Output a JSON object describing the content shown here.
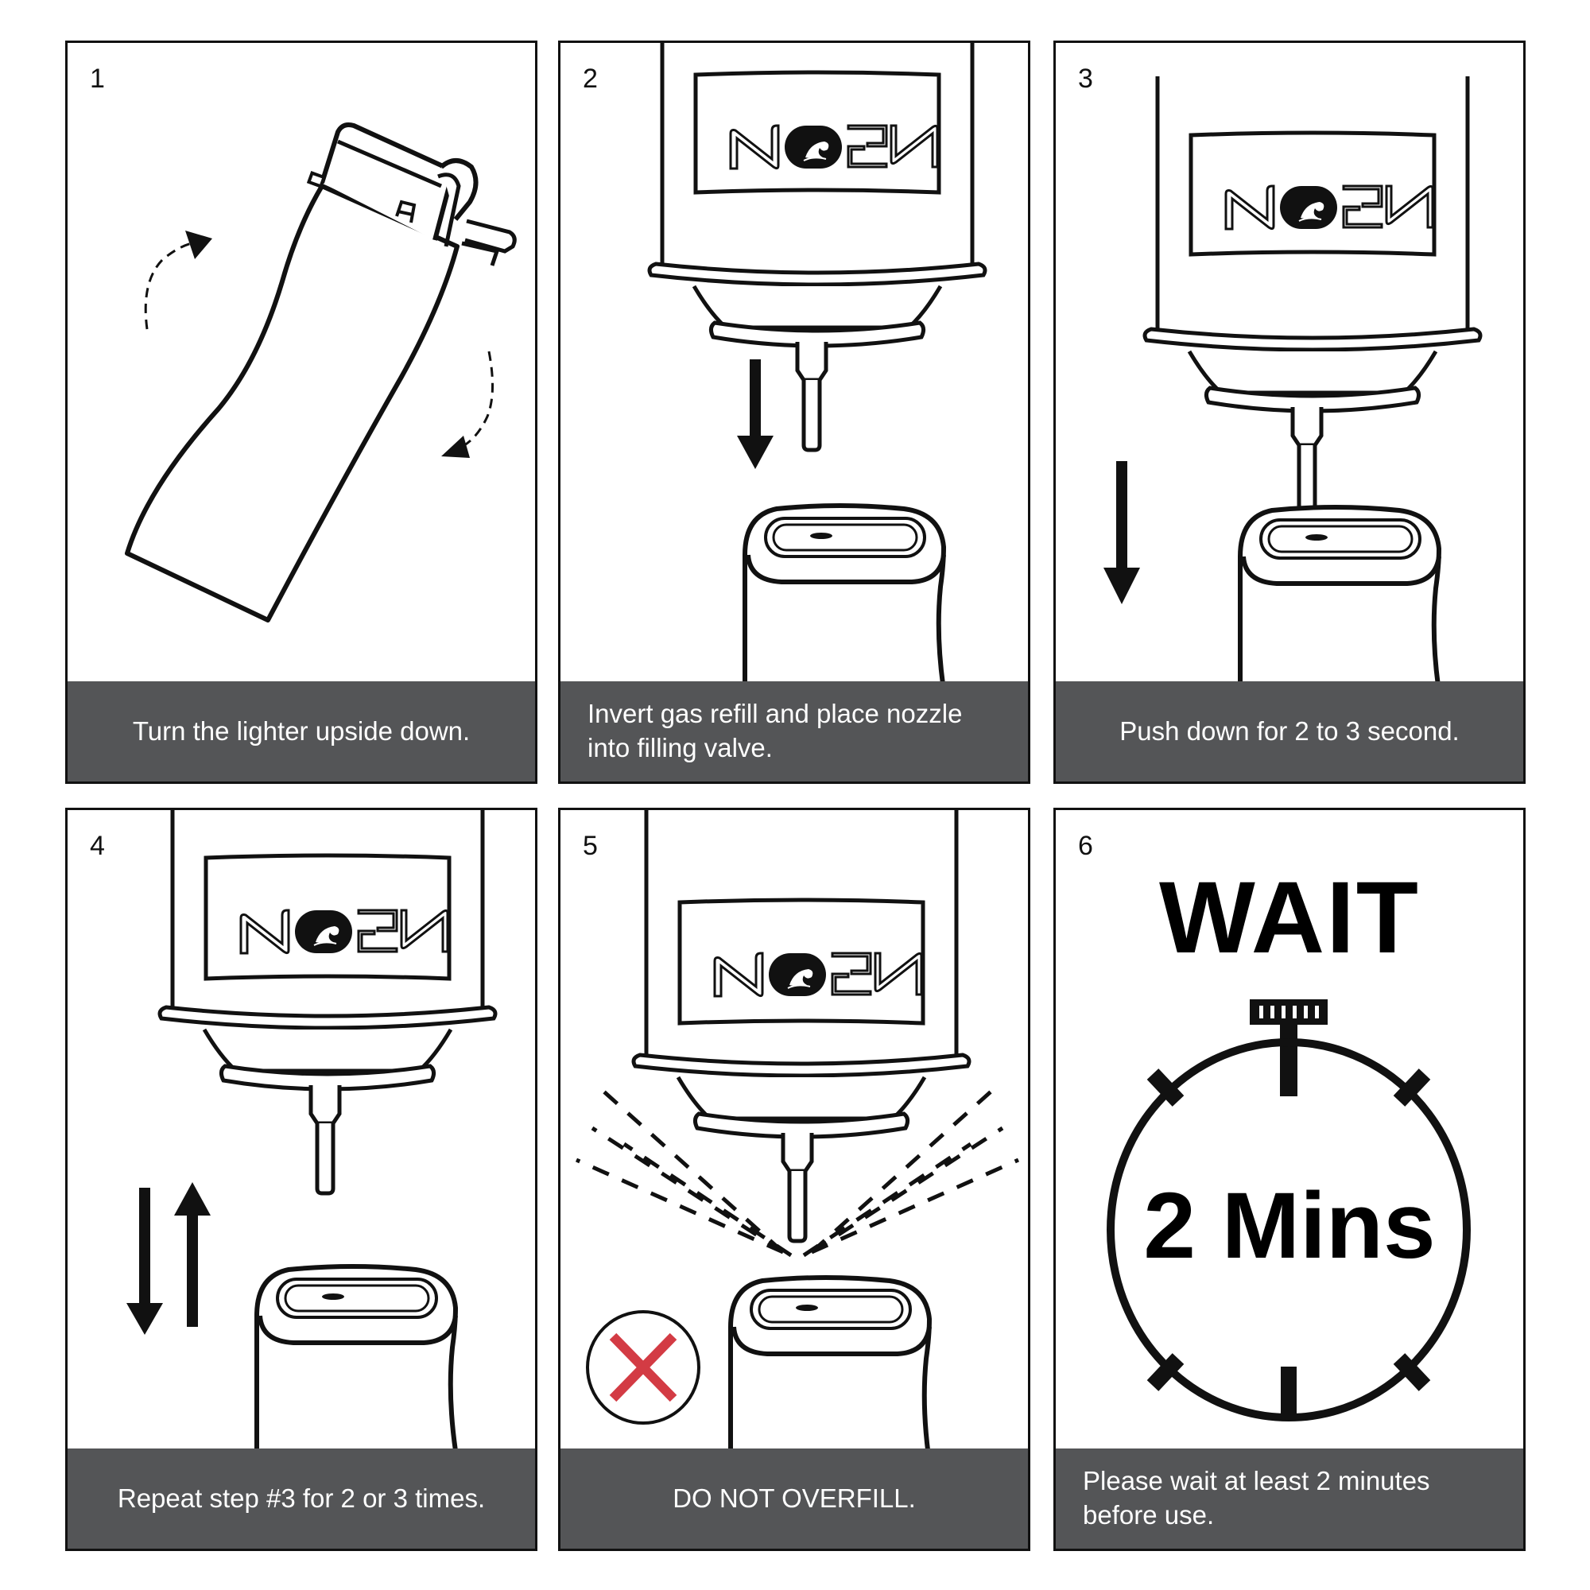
{
  "brand": {
    "logo_text": "NEON"
  },
  "colors": {
    "caption_bg": "#545557",
    "caption_text": "#FFFFFF",
    "line": "#111111",
    "warning_red": "#D33B44"
  },
  "steps": [
    {
      "number": "1",
      "caption": "Turn the lighter upside down.",
      "icon": "lighter-rotate-icon"
    },
    {
      "number": "2",
      "caption": "Invert gas refill and place nozzle\ninto filling valve.",
      "icon": "gas-can-nozzle-icon"
    },
    {
      "number": "3",
      "caption": "Push down for 2 to 3 second.",
      "icon": "push-down-icon"
    },
    {
      "number": "4",
      "caption": "Repeat step #3 for 2 or 3 times.",
      "icon": "repeat-up-down-icon"
    },
    {
      "number": "5",
      "caption": "DO NOT OVERFILL.",
      "icon": "overfill-spray-icon",
      "warning_icon": "red-x-icon"
    },
    {
      "number": "6",
      "caption": "Please wait at least 2 minutes\nbefore use.",
      "title": "WAIT",
      "timer_label": "2 Mins",
      "icon": "stopwatch-icon"
    }
  ]
}
